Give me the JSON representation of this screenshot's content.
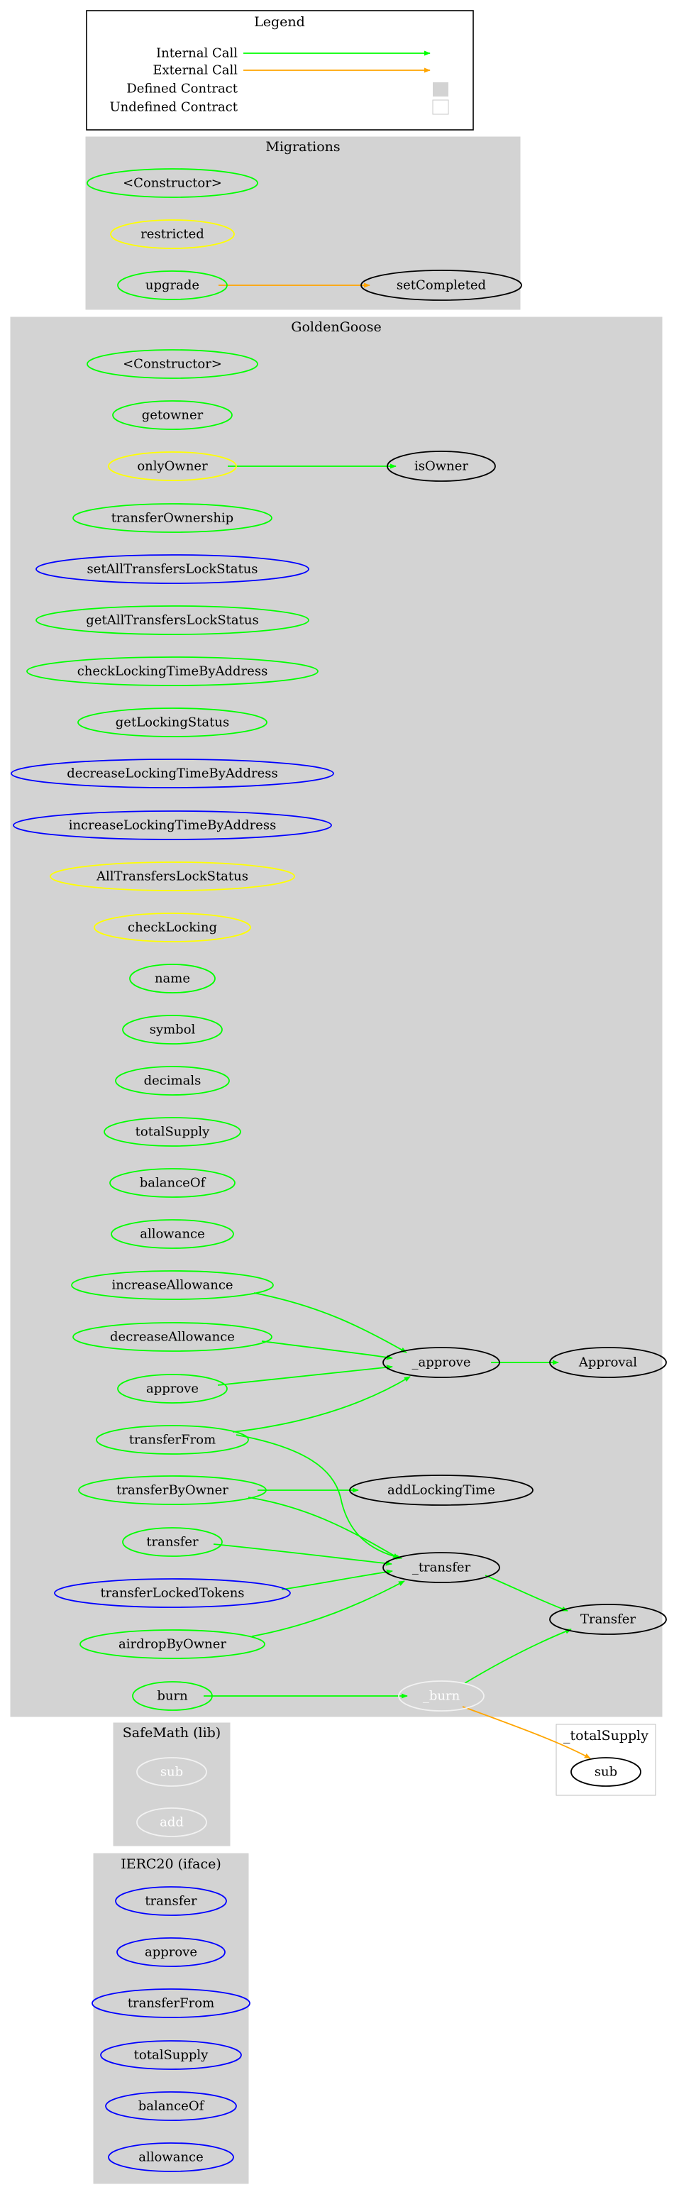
{
  "colors": {
    "internal": "#00ff00",
    "external": "#ffa500",
    "public": "#00ff00",
    "private": "#0000ff",
    "modifier": "#ffff00",
    "defined": "#000000",
    "library": "#f2f2f2",
    "cluster": "#d3d3d3"
  },
  "legend": {
    "title": "Legend",
    "items": [
      {
        "label": "Internal Call",
        "kind": "internal"
      },
      {
        "label": "External Call",
        "kind": "external"
      },
      {
        "label": "Defined Contract",
        "kind": "defined"
      },
      {
        "label": "Undefined Contract",
        "kind": "undefined"
      }
    ]
  },
  "clusters": [
    {
      "id": "migrations",
      "title": "Migrations"
    },
    {
      "id": "goldengoose",
      "title": "GoldenGoose"
    },
    {
      "id": "safemath",
      "title": "SafeMath  (lib)"
    },
    {
      "id": "ierc20",
      "title": "IERC20  (iface)"
    },
    {
      "id": "totalsupply",
      "title": "_totalSupply"
    }
  ],
  "nodes": [
    {
      "id": "mig_ctor",
      "label": "<Constructor>",
      "kind": "public"
    },
    {
      "id": "mig_restricted",
      "label": "restricted",
      "kind": "modifier"
    },
    {
      "id": "mig_upgrade",
      "label": "upgrade",
      "kind": "public"
    },
    {
      "id": "mig_setCompleted",
      "label": "setCompleted",
      "kind": "defined"
    },
    {
      "id": "gg_ctor",
      "label": "<Constructor>",
      "kind": "public"
    },
    {
      "id": "gg_getowner",
      "label": "getowner",
      "kind": "public"
    },
    {
      "id": "gg_onlyOwner",
      "label": "onlyOwner",
      "kind": "modifier"
    },
    {
      "id": "gg_isOwner",
      "label": "isOwner",
      "kind": "defined"
    },
    {
      "id": "gg_transferOwnership",
      "label": "transferOwnership",
      "kind": "public"
    },
    {
      "id": "gg_setAll",
      "label": "setAllTransfersLockStatus",
      "kind": "private"
    },
    {
      "id": "gg_getAll",
      "label": "getAllTransfersLockStatus",
      "kind": "public"
    },
    {
      "id": "gg_checkLockingTime",
      "label": "checkLockingTimeByAddress",
      "kind": "public"
    },
    {
      "id": "gg_getLockingStatus",
      "label": "getLockingStatus",
      "kind": "public"
    },
    {
      "id": "gg_decreaseLocking",
      "label": "decreaseLockingTimeByAddress",
      "kind": "private"
    },
    {
      "id": "gg_increaseLocking",
      "label": "increaseLockingTimeByAddress",
      "kind": "private"
    },
    {
      "id": "gg_allTransfersLock",
      "label": "AllTransfersLockStatus",
      "kind": "modifier"
    },
    {
      "id": "gg_checkLocking",
      "label": "checkLocking",
      "kind": "modifier"
    },
    {
      "id": "gg_name",
      "label": "name",
      "kind": "public"
    },
    {
      "id": "gg_symbol",
      "label": "symbol",
      "kind": "public"
    },
    {
      "id": "gg_decimals",
      "label": "decimals",
      "kind": "public"
    },
    {
      "id": "gg_totalSupply",
      "label": "totalSupply",
      "kind": "public"
    },
    {
      "id": "gg_balanceOf",
      "label": "balanceOf",
      "kind": "public"
    },
    {
      "id": "gg_allowance",
      "label": "allowance",
      "kind": "public"
    },
    {
      "id": "gg_increaseAllowance",
      "label": "increaseAllowance",
      "kind": "public"
    },
    {
      "id": "gg_decreaseAllowance",
      "label": "decreaseAllowance",
      "kind": "public"
    },
    {
      "id": "gg_approve",
      "label": "approve",
      "kind": "public"
    },
    {
      "id": "gg__approve",
      "label": "_approve",
      "kind": "defined"
    },
    {
      "id": "gg_Approval",
      "label": "Approval",
      "kind": "defined"
    },
    {
      "id": "gg_transferFrom",
      "label": "transferFrom",
      "kind": "public"
    },
    {
      "id": "gg_transferByOwner",
      "label": "transferByOwner",
      "kind": "public"
    },
    {
      "id": "gg_addLockingTime",
      "label": "addLockingTime",
      "kind": "defined"
    },
    {
      "id": "gg_transfer",
      "label": "transfer",
      "kind": "public"
    },
    {
      "id": "gg__transfer",
      "label": "_transfer",
      "kind": "defined"
    },
    {
      "id": "gg_Transfer",
      "label": "Transfer",
      "kind": "defined"
    },
    {
      "id": "gg_transferLocked",
      "label": "transferLockedTokens",
      "kind": "private"
    },
    {
      "id": "gg_airdrop",
      "label": "airdropByOwner",
      "kind": "public"
    },
    {
      "id": "gg_burn",
      "label": "burn",
      "kind": "public"
    },
    {
      "id": "gg__burn",
      "label": "_burn",
      "kind": "library"
    },
    {
      "id": "sm_sub",
      "label": "sub",
      "kind": "library"
    },
    {
      "id": "sm_add",
      "label": "add",
      "kind": "library"
    },
    {
      "id": "if_transfer",
      "label": "transfer",
      "kind": "private"
    },
    {
      "id": "if_approve",
      "label": "approve",
      "kind": "private"
    },
    {
      "id": "if_transferFrom",
      "label": "transferFrom",
      "kind": "private"
    },
    {
      "id": "if_totalSupply",
      "label": "totalSupply",
      "kind": "private"
    },
    {
      "id": "if_balanceOf",
      "label": "balanceOf",
      "kind": "private"
    },
    {
      "id": "if_allowance",
      "label": "allowance",
      "kind": "private"
    },
    {
      "id": "ts_sub",
      "label": "sub",
      "kind": "defined"
    }
  ],
  "edges": [
    {
      "from": "mig_upgrade",
      "to": "mig_setCompleted",
      "type": "external"
    },
    {
      "from": "gg_onlyOwner",
      "to": "gg_isOwner",
      "type": "internal"
    },
    {
      "from": "gg_increaseAllowance",
      "to": "gg__approve",
      "type": "internal"
    },
    {
      "from": "gg_decreaseAllowance",
      "to": "gg__approve",
      "type": "internal"
    },
    {
      "from": "gg_approve",
      "to": "gg__approve",
      "type": "internal"
    },
    {
      "from": "gg_transferFrom",
      "to": "gg__approve",
      "type": "internal"
    },
    {
      "from": "gg__approve",
      "to": "gg_Approval",
      "type": "internal"
    },
    {
      "from": "gg_transferFrom",
      "to": "gg__transfer",
      "type": "internal"
    },
    {
      "from": "gg_transferByOwner",
      "to": "gg_addLockingTime",
      "type": "internal"
    },
    {
      "from": "gg_transferByOwner",
      "to": "gg__transfer",
      "type": "internal"
    },
    {
      "from": "gg_transfer",
      "to": "gg__transfer",
      "type": "internal"
    },
    {
      "from": "gg_transferLocked",
      "to": "gg__transfer",
      "type": "internal"
    },
    {
      "from": "gg_airdrop",
      "to": "gg__transfer",
      "type": "internal"
    },
    {
      "from": "gg__transfer",
      "to": "gg_Transfer",
      "type": "internal"
    },
    {
      "from": "gg_burn",
      "to": "gg__burn",
      "type": "internal"
    },
    {
      "from": "gg__burn",
      "to": "gg_Transfer",
      "type": "internal"
    },
    {
      "from": "gg__burn",
      "to": "ts_sub",
      "type": "external"
    }
  ]
}
